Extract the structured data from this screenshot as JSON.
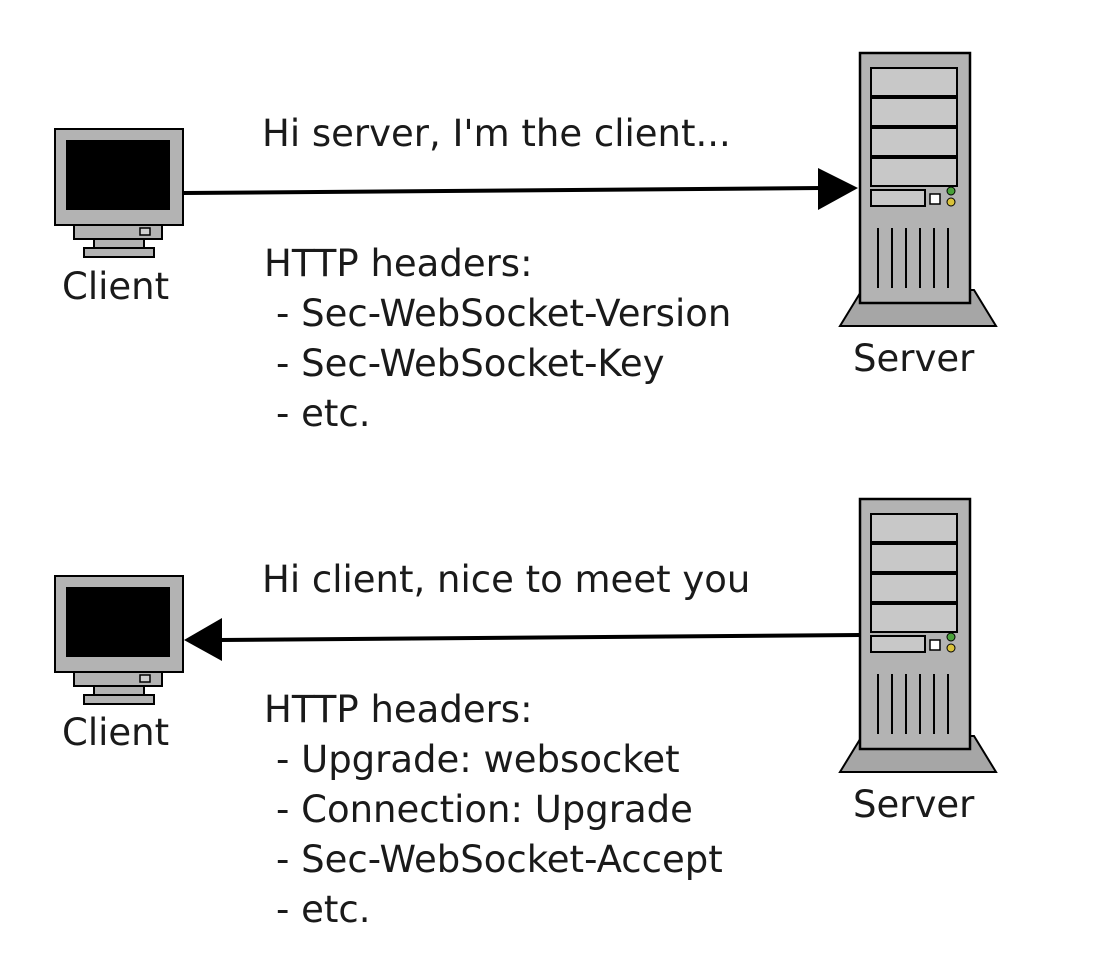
{
  "request": {
    "client_label": "Client",
    "server_label": "Server",
    "message": "Hi server, I'm the client...",
    "headers_title": "HTTP headers:",
    "headers": [
      "- Sec-WebSocket-Version",
      "- Sec-WebSocket-Key",
      "- etc."
    ],
    "direction": "client-to-server"
  },
  "response": {
    "client_label": "Client",
    "server_label": "Server",
    "message": "Hi client, nice to meet you",
    "headers_title": "HTTP headers:",
    "headers": [
      "- Upgrade: websocket",
      "- Connection: Upgrade",
      "- Sec-WebSocket-Accept",
      "- etc."
    ],
    "direction": "server-to-client"
  },
  "icons": [
    "monitor-icon",
    "server-tower-icon"
  ],
  "colors": {
    "line": "#000000",
    "device_gray": "#b3b3b3",
    "screen": "#000000",
    "led_green": "#4aa13a",
    "led_yellow": "#d9c23a"
  }
}
